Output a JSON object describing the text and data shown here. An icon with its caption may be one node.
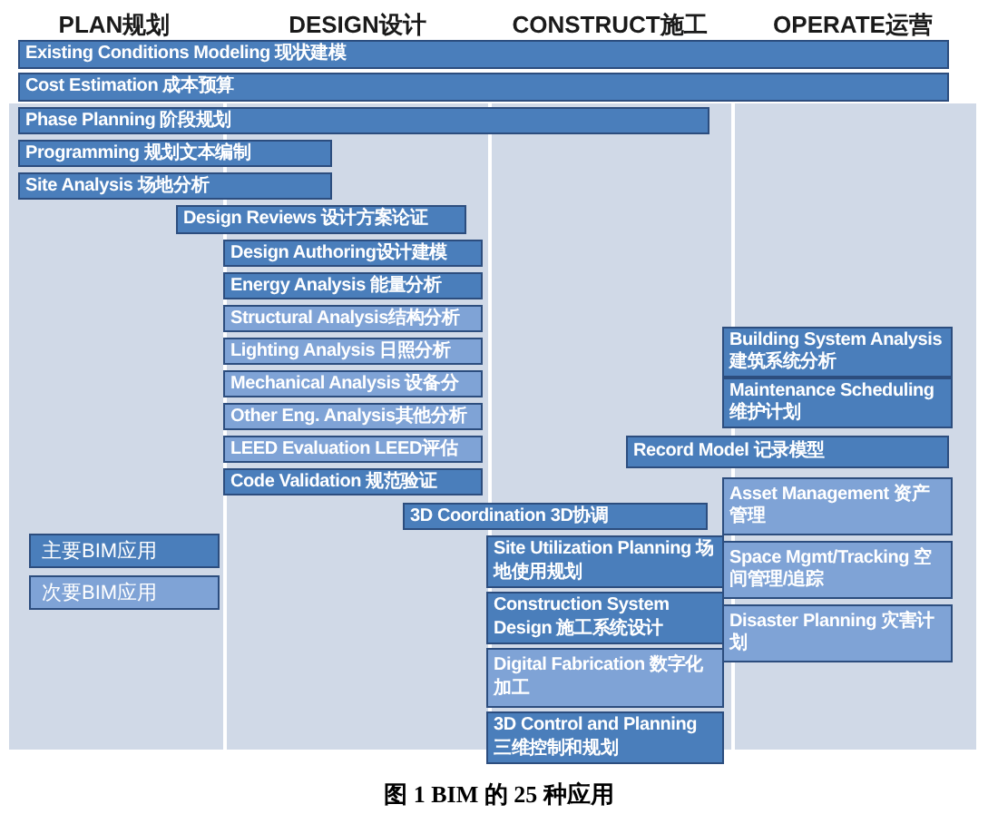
{
  "diagram": {
    "caption": "图 1 BIM 的 25 种应用",
    "nodes": [
      {
        "text": [
          "Existing Conditions Modeling 现状建模"
        ]
      },
      {
        "text": [
          "Cost Estimation 成本预算"
        ]
      },
      {
        "text": [
          "Phase Planning 阶段规划"
        ]
      },
      {
        "text": [
          "Programming 规划文本编制"
        ]
      },
      {
        "text": [
          "Site Analysis 场地分析"
        ]
      },
      {
        "text": [
          "Design Reviews 设计方案论证"
        ]
      },
      {
        "text": [
          "Design Authoring设计建模"
        ]
      },
      {
        "text": [
          "Energy Analysis 能量分析"
        ]
      },
      {
        "text": [
          "Structural Analysis结构分析"
        ]
      },
      {
        "text": [
          "Lighting Analysis 日照分析"
        ]
      },
      {
        "text": [
          "Mechanical Analysis 设备分"
        ]
      },
      {
        "text": [
          "Other Eng. Analysis其他分析"
        ]
      },
      {
        "text": [
          "LEED Evaluation LEED评估"
        ]
      },
      {
        "text": [
          "Code Validation 规范验证"
        ]
      },
      {
        "text": [
          "3D Coordination 3D协调"
        ]
      },
      {
        "text": [
          "Site Utilization Planning 场地使用规划"
        ]
      },
      {
        "text": [
          "Construction System Design 施工系统设计"
        ]
      },
      {
        "text": [
          "Digital Fabrication 数字化加工"
        ]
      },
      {
        "text": [
          "3D Control and Planning 三维控制和规划"
        ]
      },
      {
        "text": [
          "Building System Analysis 建筑系统分析"
        ]
      },
      {
        "text": [
          "Maintenance Scheduling 维护计划"
        ]
      },
      {
        "text": [
          "Record Model 记录模型"
        ]
      },
      {
        "text": [
          "Asset Management 资产管理"
        ]
      },
      {
        "text": [
          "Space Mgmt/Tracking 空间管理/追踪"
        ]
      },
      {
        "text": [
          "Disaster Planning 灾害计划"
        ]
      }
    ],
    "labels": [
      "PLAN规划",
      "DESIGN设计",
      "CONSTRUCT施工",
      "OPERATE运营"
    ],
    "legend": [
      {
        "text": "主要BIM应用",
        "color": "#4a7ebb"
      },
      {
        "text": "次要BIM应用",
        "color": "#7fa3d6"
      }
    ]
  }
}
